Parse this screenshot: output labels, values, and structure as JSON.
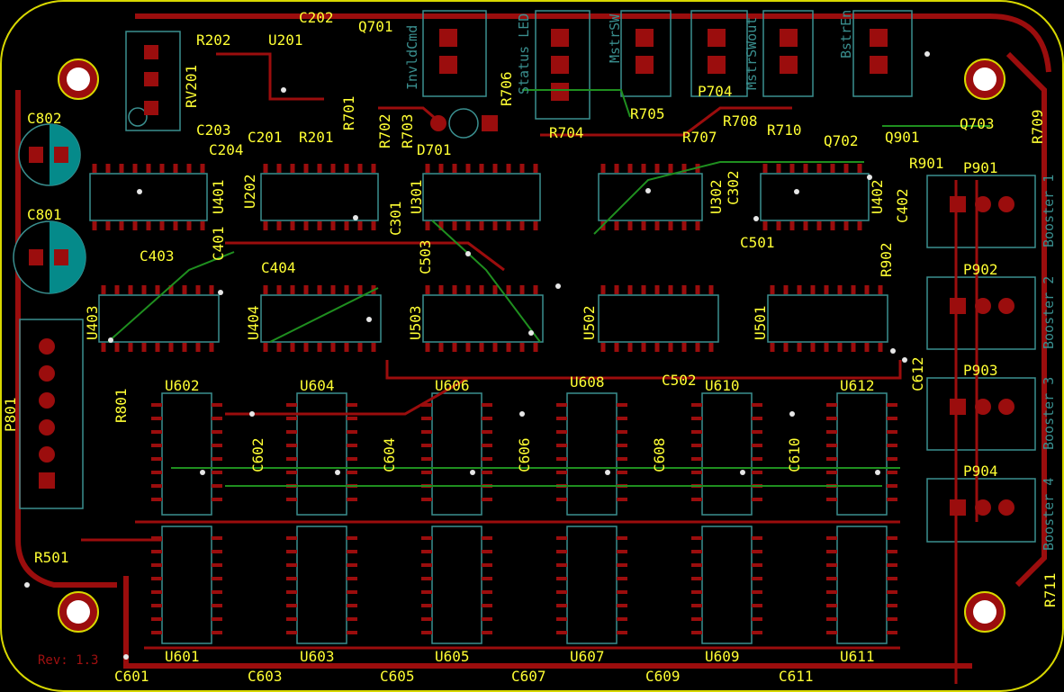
{
  "colors": {
    "board": "#000000",
    "outline": "#d8d800",
    "copper": "#9b0d0d",
    "copper_dark": "#6a0707",
    "trace_green": "#1f8f1f",
    "silk": "#ffff33",
    "courtyard": "#3a8f8f",
    "pad_teal": "#058a8a",
    "via": "#e6e6e6"
  },
  "revision": "Rev: 1.3",
  "labels": {
    "C202": "C202",
    "Q701": "Q701",
    "R202": "R202",
    "U201": "U201",
    "RV201": "RV201",
    "C203": "C203",
    "C201": "C201",
    "R201": "R201",
    "C204": "C204",
    "R701": "R701",
    "R702": "R702",
    "R703": "R703",
    "D701": "D701",
    "R706": "R706",
    "R704": "R704",
    "R705": "R705",
    "P704": "P704",
    "R707": "R707",
    "R708": "R708",
    "R710": "R710",
    "Q702": "Q702",
    "Q901": "Q901",
    "Q703": "Q703",
    "R709": "R709",
    "R901": "R901",
    "C802": "C802",
    "C801": "C801",
    "C403": "C403",
    "U401": "U401",
    "U202": "U202",
    "C401": "C401",
    "C404": "C404",
    "C301": "C301",
    "U301": "U301",
    "C503": "C503",
    "U302": "U302",
    "C302": "C302",
    "U402": "U402",
    "C402": "C402",
    "C501": "C501",
    "R902": "R902",
    "U403": "U403",
    "U404": "U404",
    "U503": "U503",
    "U502": "U502",
    "U501": "U501",
    "P801": "P801",
    "R801": "R801",
    "C612": "C612",
    "C502": "C502",
    "U602": "U602",
    "U604": "U604",
    "U606": "U606",
    "U608": "U608",
    "U610": "U610",
    "U612": "U612",
    "C602": "C602",
    "C604": "C604",
    "C606": "C606",
    "C608": "C608",
    "C610": "C610",
    "R501": "R501",
    "U601": "U601",
    "U603": "U603",
    "U605": "U605",
    "U607": "U607",
    "U609": "U609",
    "U611": "U611",
    "C601": "C601",
    "C603": "C603",
    "C605": "C605",
    "C607": "C607",
    "C609": "C609",
    "C611": "C611",
    "R711": "R711",
    "P901": "P901",
    "P902": "P902",
    "P903": "P903",
    "P904": "P904"
  },
  "connector_labels": {
    "invld": "InvldCmd",
    "status_led": "Status LED",
    "mstrsw": "MstrSW",
    "mstrswout": "MstrSWout",
    "bstren": "BstrEn",
    "booster1": "Booster 1",
    "booster2": "Booster 2",
    "booster3": "Booster 3",
    "booster4": "Booster 4"
  }
}
